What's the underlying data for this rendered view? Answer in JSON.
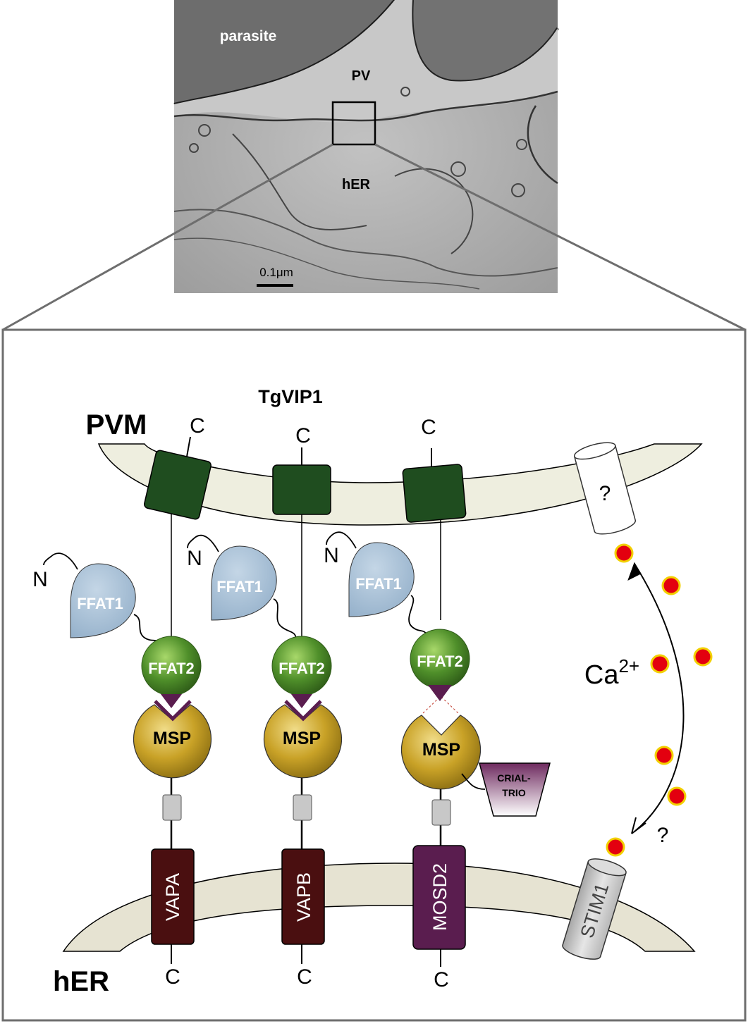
{
  "em_image": {
    "label_parasite": "parasite",
    "label_pv": "PV",
    "label_her": "hER",
    "scale_bar": "0.1μm"
  },
  "diagram": {
    "title": "TgVIP1",
    "membrane_top": "PVM",
    "membrane_bottom": "hER",
    "c_terminus": "C",
    "n_terminus": "N",
    "domain_ffat1": "FFAT1",
    "domain_ffat2": "FFAT2",
    "domain_msp": "MSP",
    "crial_line1": "CRIAL-",
    "crial_line2": "TRIO",
    "vap_proteins": [
      "VAPA",
      "VAPB",
      "MOSD2"
    ],
    "channel_unknown": "?",
    "stim": "STIM1",
    "ion_base": "Ca",
    "ion_charge": "2+",
    "flux_unknown": "?"
  },
  "colors": {
    "tm_green": "#1f4d1f",
    "ffat1_blue": "#9db7cf",
    "ffat2_green": "#5a9a2e",
    "msp_gold": "#c9a227",
    "vap_brown": "#4a0f10",
    "mosd2_purple": "#5a1d4f",
    "membrane_fill": "#eeeedf",
    "calcium_red": "#e3000f",
    "calcium_rim": "#f2d000"
  }
}
